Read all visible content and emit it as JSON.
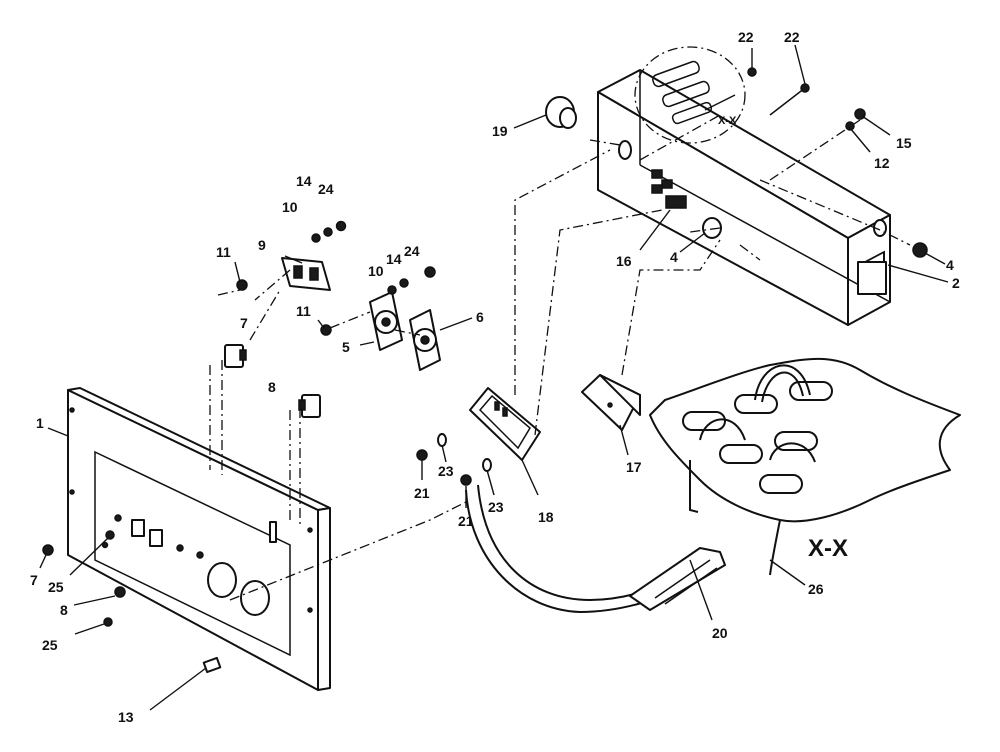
{
  "diagram": {
    "callouts": {
      "c1": "1",
      "c2": "2",
      "c4a": "4",
      "c4b": "4",
      "c5": "5",
      "c6": "6",
      "c7a": "7",
      "c7b": "7",
      "c8a": "8",
      "c8b": "8",
      "c9": "9",
      "c10a": "10",
      "c10b": "10",
      "c11a": "11",
      "c11b": "11",
      "c12": "12",
      "c13": "13",
      "c14a": "14",
      "c14b": "14",
      "c15": "15",
      "c16": "16",
      "c17": "17",
      "c18": "18",
      "c19": "19",
      "c20": "20",
      "c21a": "21",
      "c21b": "21",
      "c22a": "22",
      "c22b": "22",
      "c23a": "23",
      "c23b": "23",
      "c24a": "24",
      "c24b": "24",
      "c25a": "25",
      "c25b": "25",
      "c26": "26"
    },
    "section_label": "X-X",
    "detail_label": "X-X"
  }
}
